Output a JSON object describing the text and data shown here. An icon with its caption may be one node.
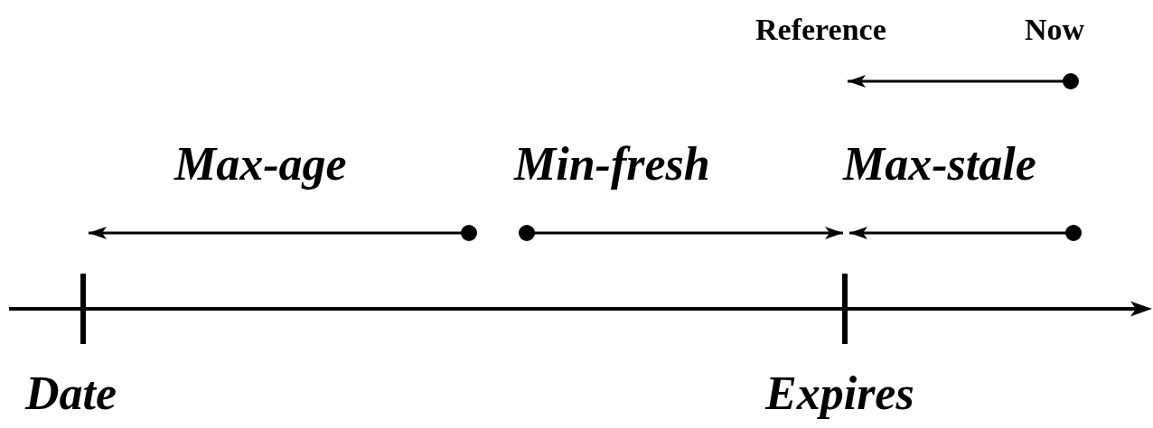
{
  "diagram": {
    "labels": [
      "Reference",
      "Now",
      "Max-age",
      "Min-fresh",
      "Max-stale",
      "Date",
      "Expires"
    ]
  }
}
